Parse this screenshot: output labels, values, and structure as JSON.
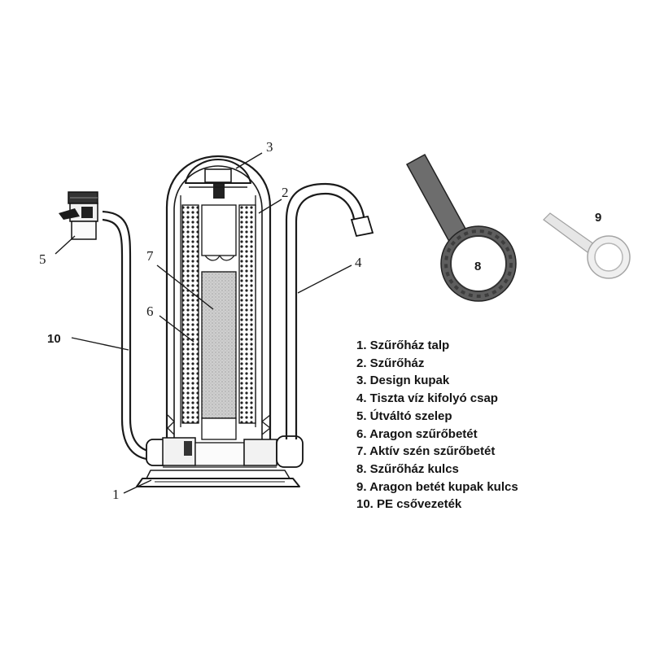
{
  "callouts": {
    "c1": "1",
    "c2": "2",
    "c3": "3",
    "c4": "4",
    "c5": "5",
    "c6": "6",
    "c7": "7",
    "c8": "8",
    "c9": "9",
    "c10": "10"
  },
  "legend": [
    "1. Szűrőház talp",
    "2. Szűrőház",
    "3. Design kupak",
    "4. Tiszta víz kifolyó csap",
    "5. Útváltó szelep",
    "6. Aragon szűrőbetét",
    "7. Aktív szén szűrőbetét",
    "8. Szűrőház kulcs",
    "9. Aragon betét kupak kulcs",
    "10. PE csővezeték"
  ]
}
